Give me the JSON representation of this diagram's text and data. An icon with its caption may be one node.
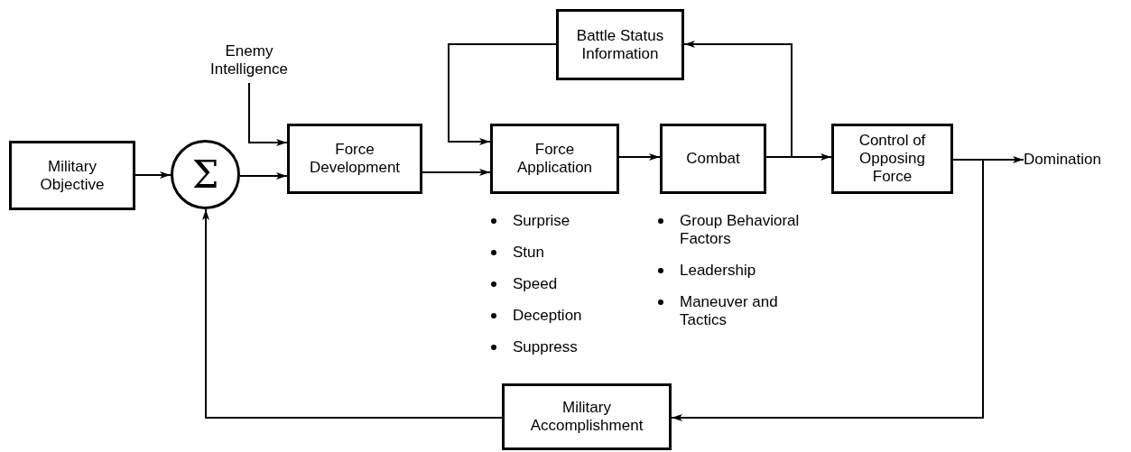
{
  "diagram": {
    "nodes": [
      {
        "text": [
          "Military Objective"
        ]
      },
      {
        "text": [
          "Σ"
        ]
      },
      {
        "text": [
          "Enemy Intelligence"
        ]
      },
      {
        "text": [
          "Force Development"
        ]
      },
      {
        "text": [
          "Battle Status Information"
        ]
      },
      {
        "text": [
          "Force Application"
        ],
        "beside": [
          "Surprise",
          "Stun",
          "Speed",
          "Deception",
          "Suppress"
        ]
      },
      {
        "text": [
          "Combat"
        ],
        "beside": [
          "Group Behavioral Factors",
          "Leadership",
          "Maneuver and Tactics"
        ]
      },
      {
        "text": [
          "Control of Opposing Force"
        ]
      },
      {
        "text": [
          "Domination"
        ]
      },
      {
        "text": [
          "Military Accomplishment"
        ]
      }
    ],
    "edges": [
      {
        "from": 0,
        "to": 1,
        "arrow": "to"
      },
      {
        "from": 1,
        "to": 3,
        "arrow": "to"
      },
      {
        "from": 2,
        "to": 3,
        "arrow": "to"
      },
      {
        "from": 3,
        "to": 5,
        "arrow": "to"
      },
      {
        "from": 4,
        "to": 5,
        "arrow": "to"
      },
      {
        "from": 5,
        "to": 6,
        "arrow": "to"
      },
      {
        "from": 6,
        "to": 7,
        "arrow": "to"
      },
      {
        "from": 6,
        "to": 4,
        "arrow": "to"
      },
      {
        "from": 7,
        "to": 8,
        "arrow": "to"
      },
      {
        "from": 7,
        "to": 9,
        "arrow": "to"
      },
      {
        "from": 9,
        "to": 1,
        "arrow": "to"
      }
    ]
  }
}
